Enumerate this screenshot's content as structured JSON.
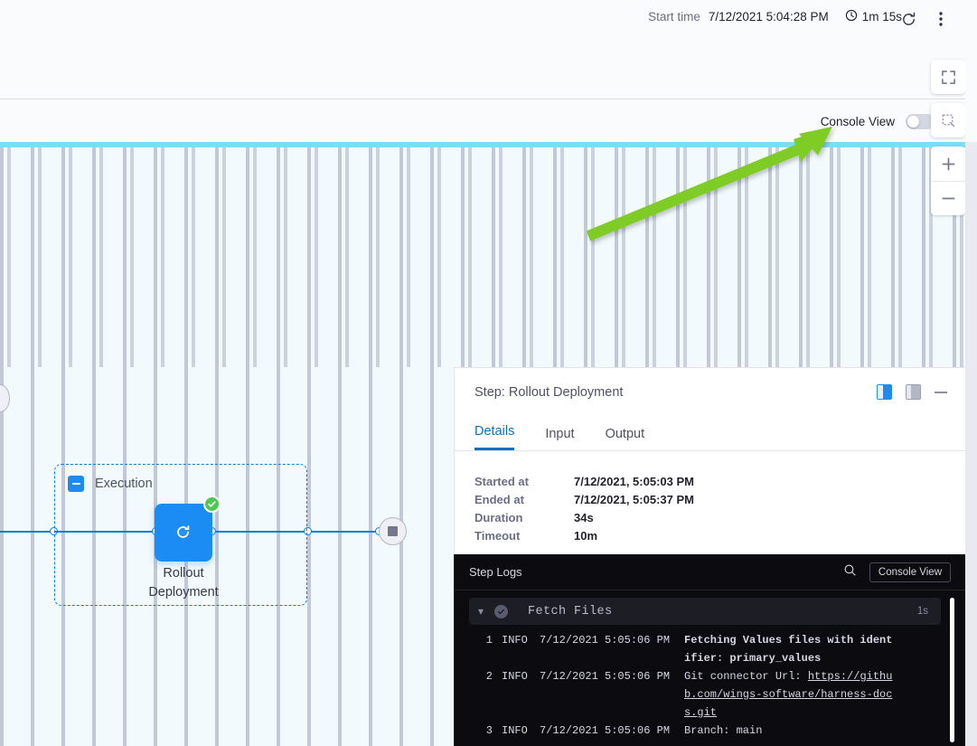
{
  "header": {
    "start_time_label": "Start time",
    "start_time_value": "7/12/2021 5:04:28 PM",
    "duration_value": "1m 15s",
    "clock_icon": "clock-icon",
    "refresh_icon": "refresh-icon",
    "more_icon": "more-vertical-icon"
  },
  "console_bar": {
    "label": "Console View",
    "toggle_state": "off"
  },
  "canvas": {
    "accent_bar_color": "#7ddcf7",
    "background_color": "#f2fafd",
    "controls": [
      {
        "name": "fit-to-screen-button",
        "icon": "fullscreen-icon"
      },
      {
        "name": "select-area-button",
        "icon": "crop-select-icon"
      },
      {
        "name": "zoom-in-button",
        "icon": "plus-icon"
      },
      {
        "name": "zoom-out-button",
        "icon": "minus-icon"
      }
    ],
    "annotation_arrow_color": "#80cc28"
  },
  "graph": {
    "group_title": "Execution",
    "group_collapse_icon": "collapse-minus-icon",
    "step_name": "Rollout Deployment",
    "step_icon": "rollout-deployment-icon",
    "step_status": "success",
    "step_status_icon": "check-circle-icon",
    "end_node_icon": "stop-square-icon",
    "node_color": "#1b8cf3",
    "success_color": "#4dc952"
  },
  "detail_panel": {
    "title": "Step: Rollout Deployment",
    "layout_icon_active": "panel-right-layout-icon",
    "layout_icon_inactive": "panel-split-layout-icon",
    "minimize_icon": "minimize-icon",
    "tabs": [
      {
        "label": "Details",
        "active": true
      },
      {
        "label": "Input",
        "active": false
      },
      {
        "label": "Output",
        "active": false
      }
    ],
    "rows": [
      {
        "key": "Started at",
        "value": "7/12/2021, 5:05:03 PM"
      },
      {
        "key": "Ended at",
        "value": "7/12/2021, 5:05:37 PM"
      },
      {
        "key": "Duration",
        "value": "34s"
      },
      {
        "key": "Timeout",
        "value": "10m"
      }
    ]
  },
  "step_logs": {
    "title": "Step Logs",
    "search_icon": "search-icon",
    "console_view_button": "Console View",
    "section": {
      "chevron_icon": "chevron-down-icon",
      "status_icon": "check-circle-filled-icon",
      "name": "Fetch Files",
      "duration": "1s"
    },
    "lines": [
      {
        "num": "1",
        "level": "INFO",
        "time": "7/12/2021 5:05:06 PM",
        "message": "Fetching Values files with identifier: primary_values",
        "bold": true,
        "link": false
      },
      {
        "num": "2",
        "level": "INFO",
        "time": "7/12/2021 5:05:06 PM",
        "message_prefix": "Git connector Url: ",
        "message_link": "https://github.com/wings-software/harness-docs.git",
        "bold": false,
        "link": true
      },
      {
        "num": "3",
        "level": "INFO",
        "time": "7/12/2021 5:05:06 PM",
        "message": "Branch: main",
        "bold": false,
        "link": false
      }
    ]
  }
}
